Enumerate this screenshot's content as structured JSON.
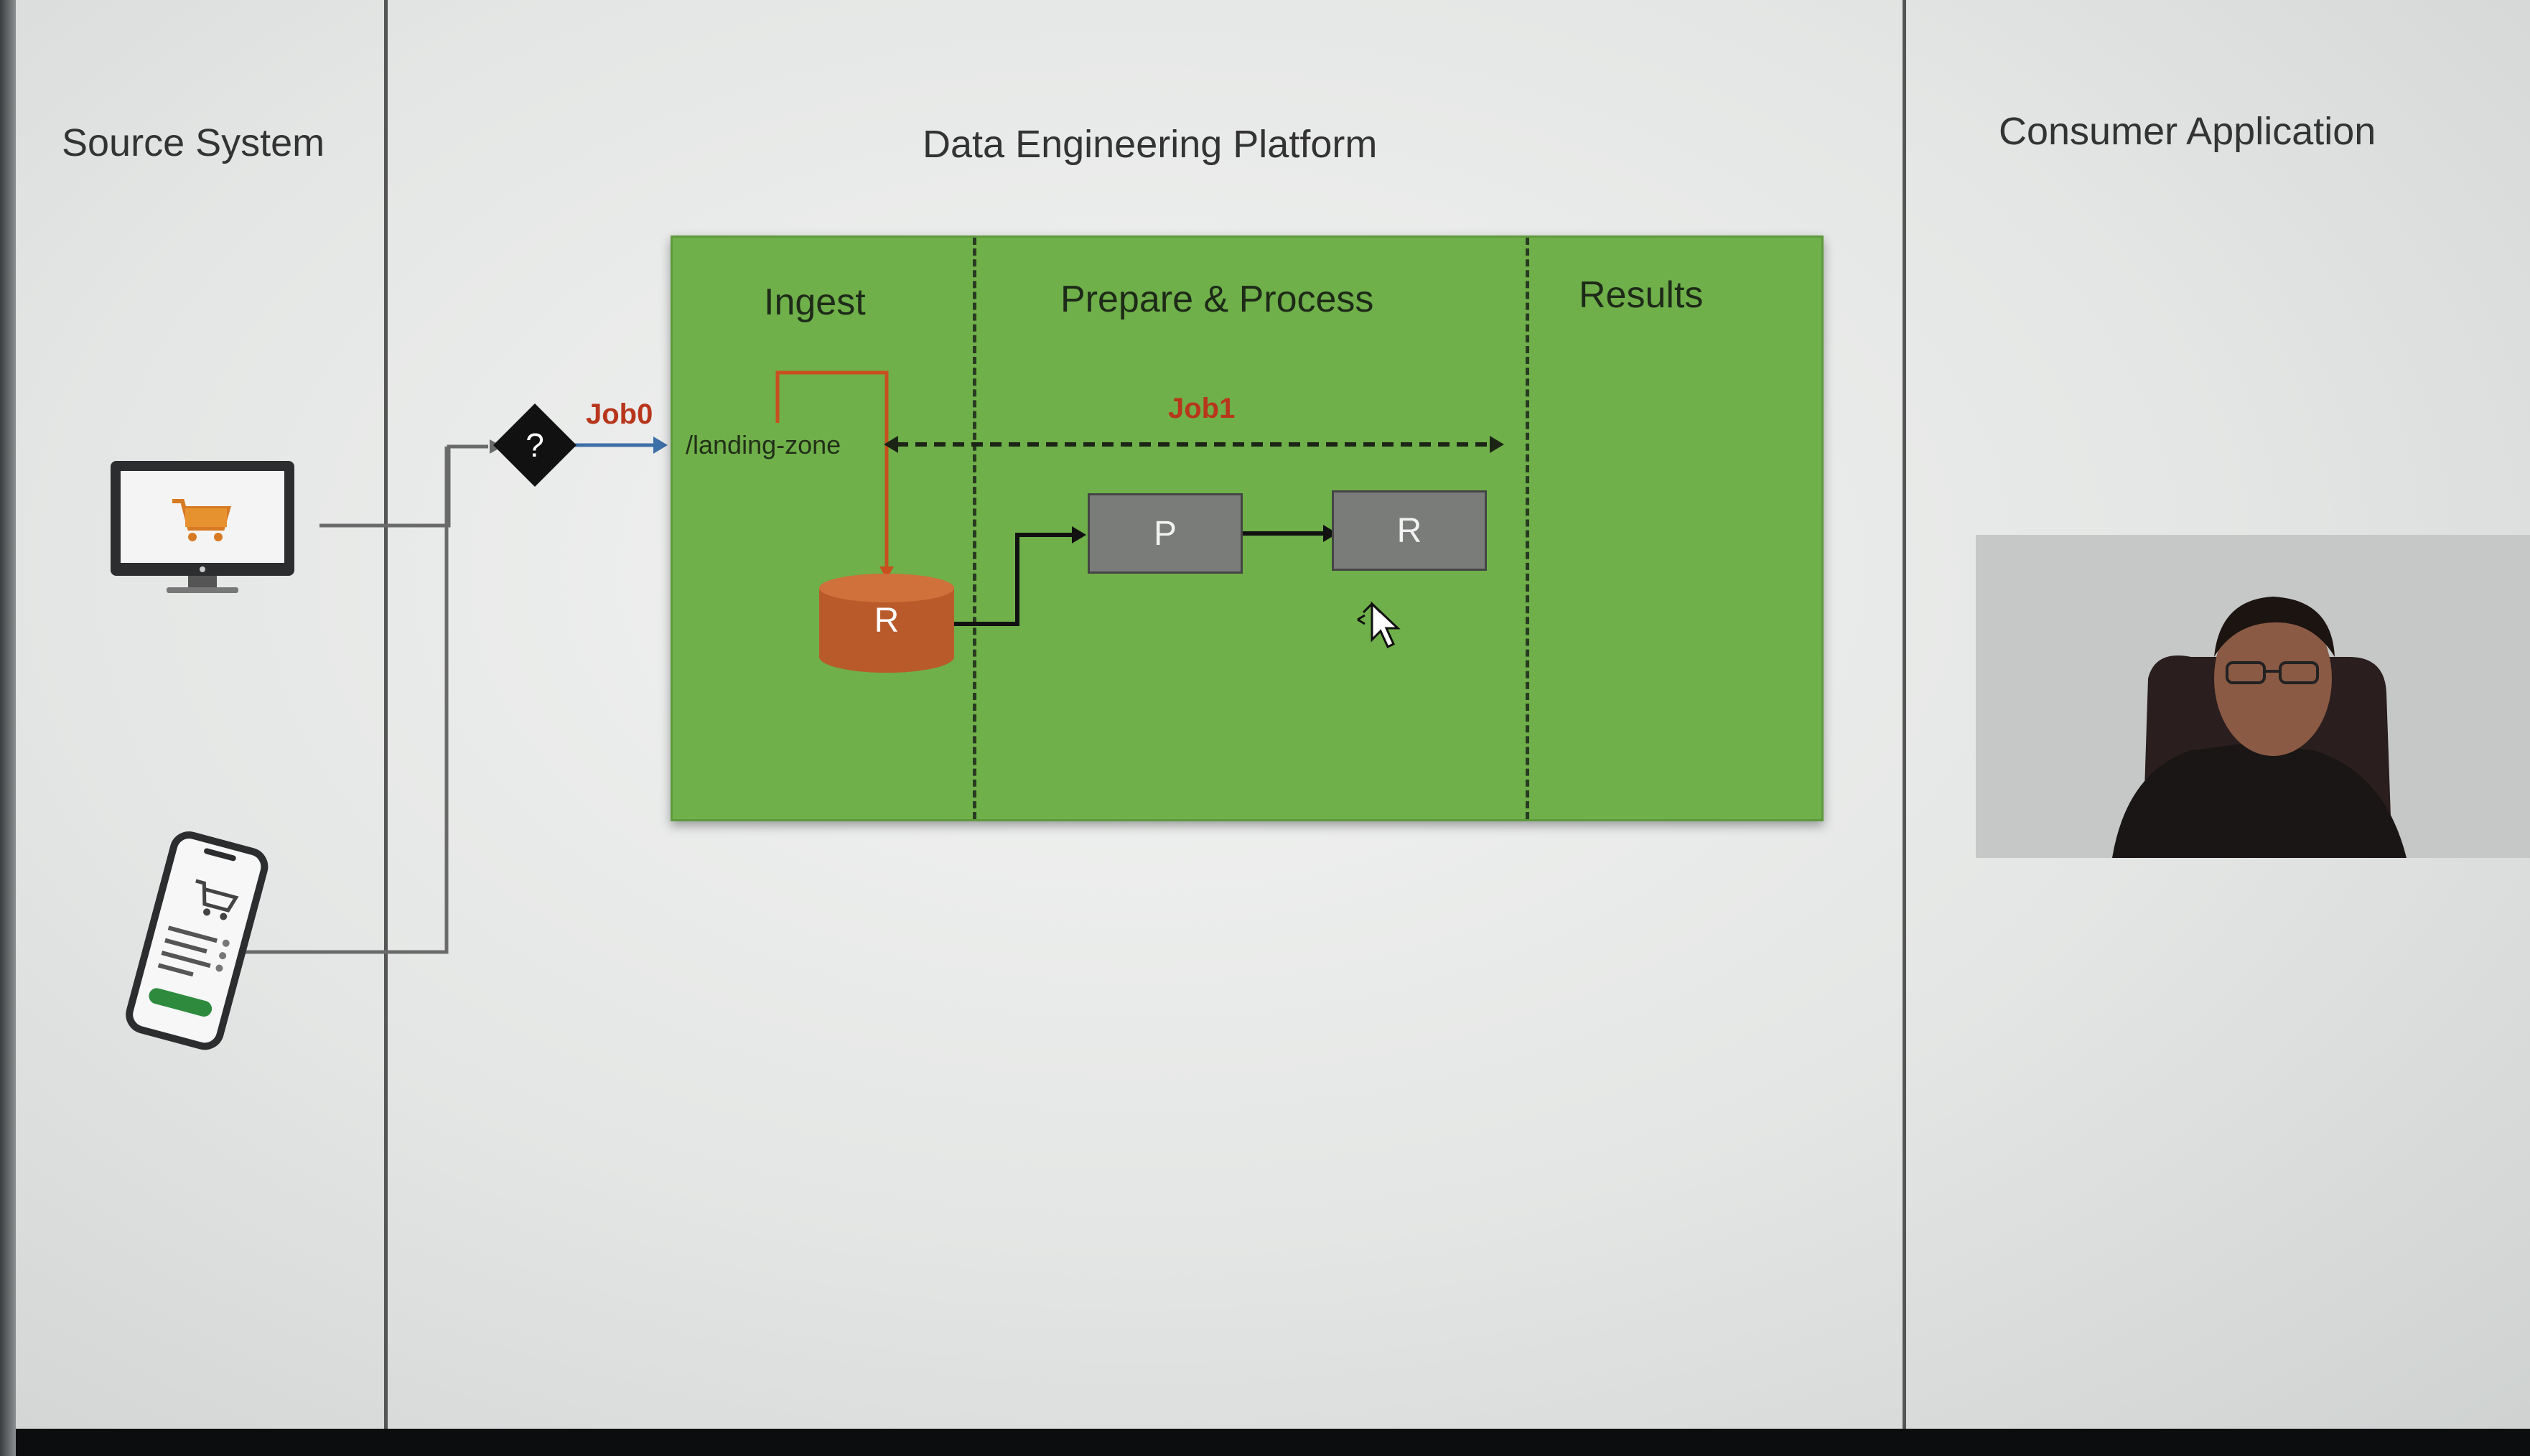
{
  "lanes": {
    "source_title": "Source System",
    "platform_title": "Data Engineering Platform",
    "consumer_title": "Consumer Application"
  },
  "stages": {
    "ingest": "Ingest",
    "prepare": "Prepare & Process",
    "results": "Results"
  },
  "jobs": {
    "job0": "Job0",
    "job1": "Job1"
  },
  "landing_zone": "/landing-zone",
  "decision_symbol": "?",
  "nodes": {
    "raw_db": "R",
    "process": "P",
    "result": "R"
  },
  "icons": {
    "desktop": "desktop-shopping-cart-icon",
    "mobile": "mobile-shopping-cart-icon",
    "cursor": "move-cursor-icon"
  },
  "colors": {
    "platform_green": "#6fb04a",
    "job_red": "#b8361c",
    "db_orange": "#b85a2a",
    "connector_blue": "#3d6fa8"
  }
}
